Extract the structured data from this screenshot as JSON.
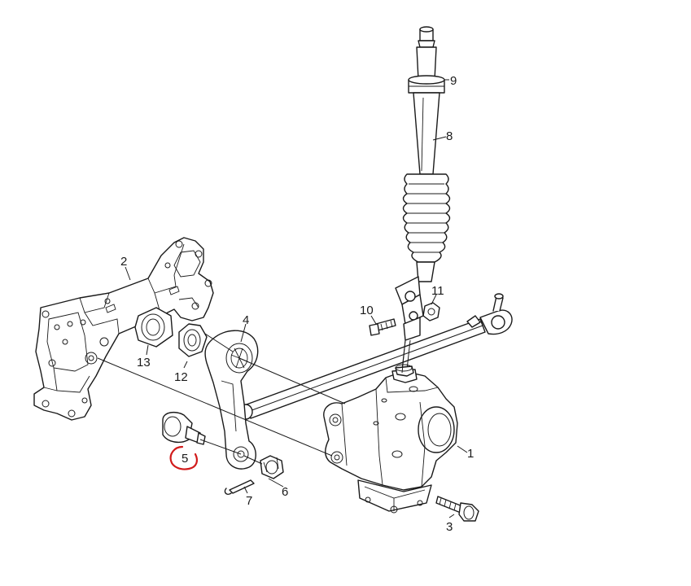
{
  "callouts": [
    {
      "id": "1",
      "text": "1"
    },
    {
      "id": "2",
      "text": "2"
    },
    {
      "id": "3",
      "text": "3"
    },
    {
      "id": "4",
      "text": "4"
    },
    {
      "id": "5",
      "text": "5"
    },
    {
      "id": "6",
      "text": "6"
    },
    {
      "id": "7",
      "text": "7"
    },
    {
      "id": "8",
      "text": "8"
    },
    {
      "id": "9",
      "text": "9"
    },
    {
      "id": "10",
      "text": "10"
    },
    {
      "id": "11",
      "text": "11"
    },
    {
      "id": "12",
      "text": "12"
    },
    {
      "id": "13",
      "text": "13"
    }
  ],
  "colors": {
    "line": "#1a1a1a",
    "highlight": "#d11a1a",
    "background": "#ffffff"
  }
}
